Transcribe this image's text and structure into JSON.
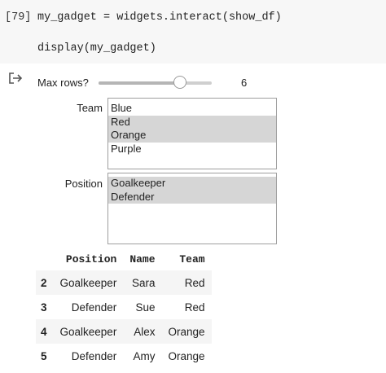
{
  "code_cell": {
    "prompt": "[79]",
    "lines": [
      "my_gadget = widgets.interact(show_df)",
      "display(my_gadget)"
    ]
  },
  "output": {
    "icon": "output-arrow-icon",
    "slider": {
      "label": "Max rows?",
      "value": "6",
      "fraction": 0.72
    },
    "team": {
      "label": "Team",
      "options": [
        {
          "text": "Blue",
          "selected": false
        },
        {
          "text": "Red",
          "selected": true
        },
        {
          "text": "Orange",
          "selected": true
        },
        {
          "text": "Purple",
          "selected": false
        }
      ]
    },
    "position": {
      "label": "Position",
      "options": [
        {
          "text": "Goalkeeper",
          "selected": true
        },
        {
          "text": "Defender",
          "selected": true
        }
      ]
    },
    "table": {
      "columns": [
        "",
        "Position",
        "Name",
        "Team"
      ],
      "rows": [
        {
          "index": "2",
          "Position": "Goalkeeper",
          "Name": "Sara",
          "Team": "Red"
        },
        {
          "index": "3",
          "Position": "Defender",
          "Name": "Sue",
          "Team": "Red"
        },
        {
          "index": "4",
          "Position": "Goalkeeper",
          "Name": "Alex",
          "Team": "Orange"
        },
        {
          "index": "5",
          "Position": "Defender",
          "Name": "Amy",
          "Team": "Orange"
        }
      ]
    }
  }
}
